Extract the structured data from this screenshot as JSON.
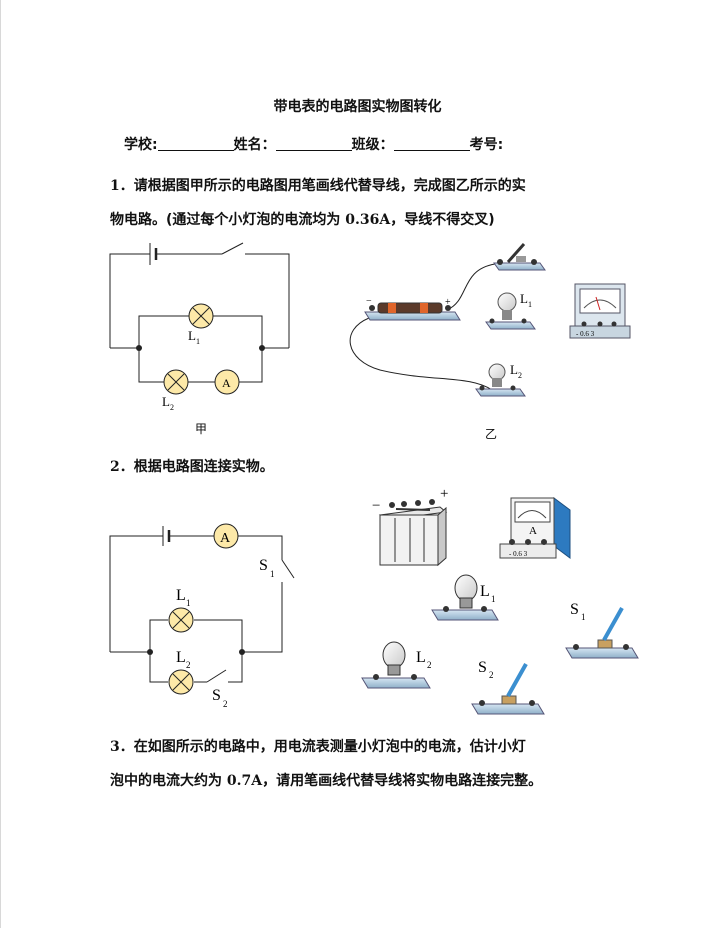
{
  "title": "带电表的电路图实物图转化",
  "info": {
    "school_label": "学校:",
    "name_label": "姓名：",
    "class_label": "班级：",
    "number_label": "考号:"
  },
  "q1": {
    "line1_num": "1．",
    "line1_text": "请根据图甲所示的电路图用笔画线代替导线，完成图乙所示的实",
    "line2_a": "物电路。(通过每个小灯泡的电流均为 ",
    "line2_value": "0.36A",
    "line2_b": "，导线不得交叉)",
    "caption_left": "甲",
    "caption_right": "乙"
  },
  "q2": {
    "num": "2．",
    "text": "根据电路图连接实物。"
  },
  "q3": {
    "num": "3．",
    "line1": "在如图所示的电路中，用电流表测量小灯泡中的电流，估计小灯",
    "line2_a": "泡中的电流大约为 ",
    "line2_value": "0.7A",
    "line2_b": "，请用笔画线代替导线将实物电路连接完整。"
  },
  "labels": {
    "L": "L",
    "sub1": "1",
    "sub2": "2",
    "A": "A",
    "S": "S",
    "minus": "−",
    "plus": "+",
    "meter_scale": "- 0.6 3"
  }
}
